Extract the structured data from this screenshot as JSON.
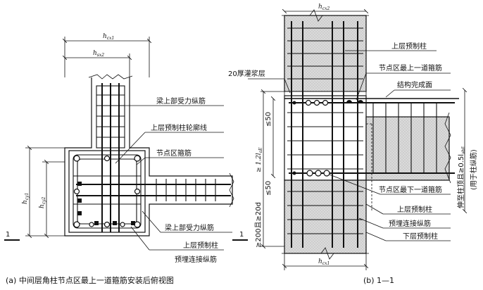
{
  "left_figure": {
    "dims": {
      "hcx1": {
        "main": "h",
        "sub": "cx1"
      },
      "hsx2": {
        "main": "h",
        "sub": "sx2"
      },
      "hcy1": {
        "main": "h",
        "sub": "cy1"
      },
      "hcy2": {
        "main": "h",
        "sub": "cy2"
      }
    },
    "labels": {
      "beam_top_bars_a": "梁上部受力纵筋",
      "upper_column_outline": "上层预制柱轮廓线",
      "joint_stirrup": "节点区箍筋",
      "beam_top_bars_b": "梁上部受力纵筋",
      "upper_column": "上层预制柱",
      "embedded_bars": "预埋连接纵筋"
    },
    "section_marks": {
      "left": "1",
      "right": "1"
    },
    "caption": "(a) 中间层角柱节点区最上一道箍筋安装后俯视图"
  },
  "right_figure": {
    "dims": {
      "hcx2": {
        "main": "h",
        "sub": "cx2"
      },
      "hcx1": {
        "main": "h",
        "sub": "cx1"
      },
      "lead_12": {
        "main": "≥ 1.2l",
        "sub": "aE"
      },
      "le50_top": "≤50",
      "le50_bottom": "≤50",
      "ge200": "≥200且≥20d",
      "extend_a": "伸至柱顶且≥0.5l",
      "extend_a_sub": "abE",
      "extend_b": "(用于柱纵筋)"
    },
    "labels": {
      "upper_column": "上层预制柱",
      "grout_layer": "20厚灌浆层",
      "top_stirrup": "节点区最上一道箍筋",
      "finished_surface": "结构完成面",
      "bottom_stirrup": "节点区最下一道箍筋",
      "upper_column_b": "上层预制柱",
      "embedded_bars": "预埋连接纵筋",
      "lower_column": "下层预制柱"
    },
    "caption": "(b) 1—1"
  }
}
